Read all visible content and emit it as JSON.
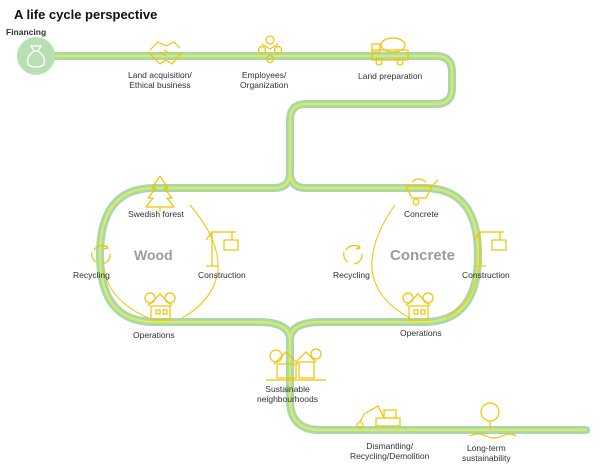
{
  "title": "A life cycle perspective",
  "labels": {
    "financing": "Financing",
    "land_acq": "Land acquisition/\nEthical business",
    "employees": "Employees/\nOrganization",
    "land_prep": "Land preparation",
    "wood": "Wood",
    "concrete_big": "Concrete",
    "swedish_forest": "Swedish forest",
    "construction_left": "Construction",
    "recycling_left": "Recycling",
    "operations_left": "Operations",
    "concrete": "Concrete",
    "construction_right": "Construction",
    "recycling_right": "Recycling",
    "operations_right": "Operations",
    "sustainable": "Sustainable\nneighbourhoods",
    "dismantling": "Dismantling/\nRecycling/Demolition",
    "longterm": "Long-term\nsustainability"
  },
  "colors": {
    "road_outer": "#a6d8a8",
    "road_inner": "#d9e86e",
    "icon": "#f2c200",
    "circle": "#b9dfb4",
    "text": "#2f3133",
    "big_text": "#9a9c9e"
  }
}
